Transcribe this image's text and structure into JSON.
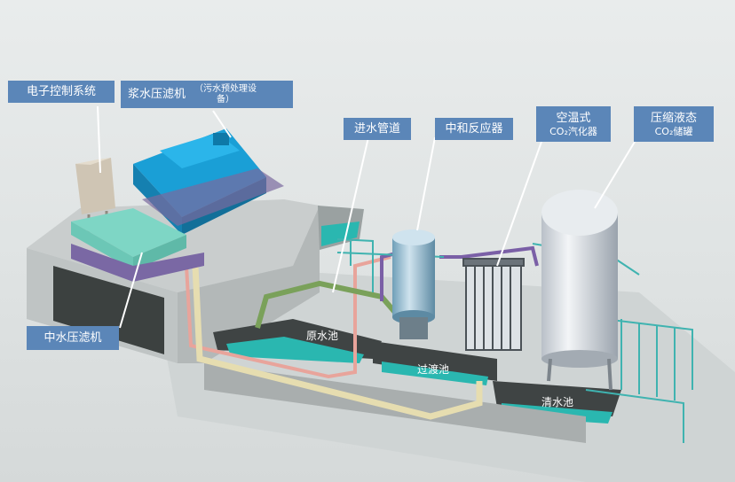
{
  "labels": {
    "electronic_control": "电子控制系统",
    "slurry_press": "浆水压滤机",
    "slurry_press_note_line1": "（污水预处理设",
    "slurry_press_note_line2": "备）",
    "inlet_pipe": "进水管道",
    "neutralization_reactor": "中和反应器",
    "vaporizer_line1": "空温式",
    "vaporizer_line2": "CO₂汽化器",
    "tank_line1": "压缩液态",
    "tank_line2": "CO₂储罐",
    "reclaim_press": "中水压滤机",
    "raw_pool": "原水池",
    "transition_pool": "过渡池",
    "clear_pool": "清水池"
  },
  "colors": {
    "callout_bg": "#5b86b8",
    "water": "#2ab7b0",
    "railing": "#3fb3b0",
    "slurry_press_body": "#1a9fd6",
    "reclaim_press_body": "#7ed6c5"
  }
}
